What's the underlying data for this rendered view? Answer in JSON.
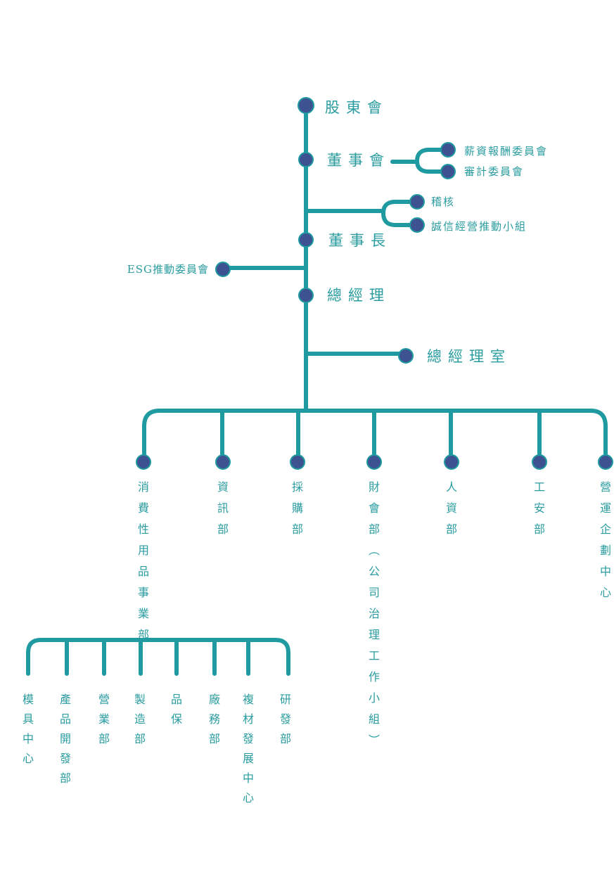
{
  "theme": {
    "line_color": "#1e9aa0",
    "node_fill": "#3d5391",
    "node_stroke": "#1e9aa0",
    "text_color": "#2a9ca0"
  },
  "nodes": {
    "shareholders": "股東會",
    "board": "董事會",
    "compensation_committee": "薪資報酬委員會",
    "audit_committee": "審計委員會",
    "internal_audit": "稽核",
    "integrity_team": "誠信經營推動小組",
    "chairman": "董事長",
    "esg_committee": "ESG推動委員會",
    "general_manager": "總經理",
    "gm_office": "總經理室"
  },
  "departments": [
    "消費性用品事業部",
    "資訊部",
    "採購部",
    "財會部︵公司治理工作小組︶",
    "人資部",
    "工安部",
    "營運企劃中心"
  ],
  "sub_departments": [
    "模具中心",
    "產品開發部",
    "營業部",
    "製造部",
    "品保",
    "廠務部",
    "複材發展中心",
    "研發部"
  ]
}
